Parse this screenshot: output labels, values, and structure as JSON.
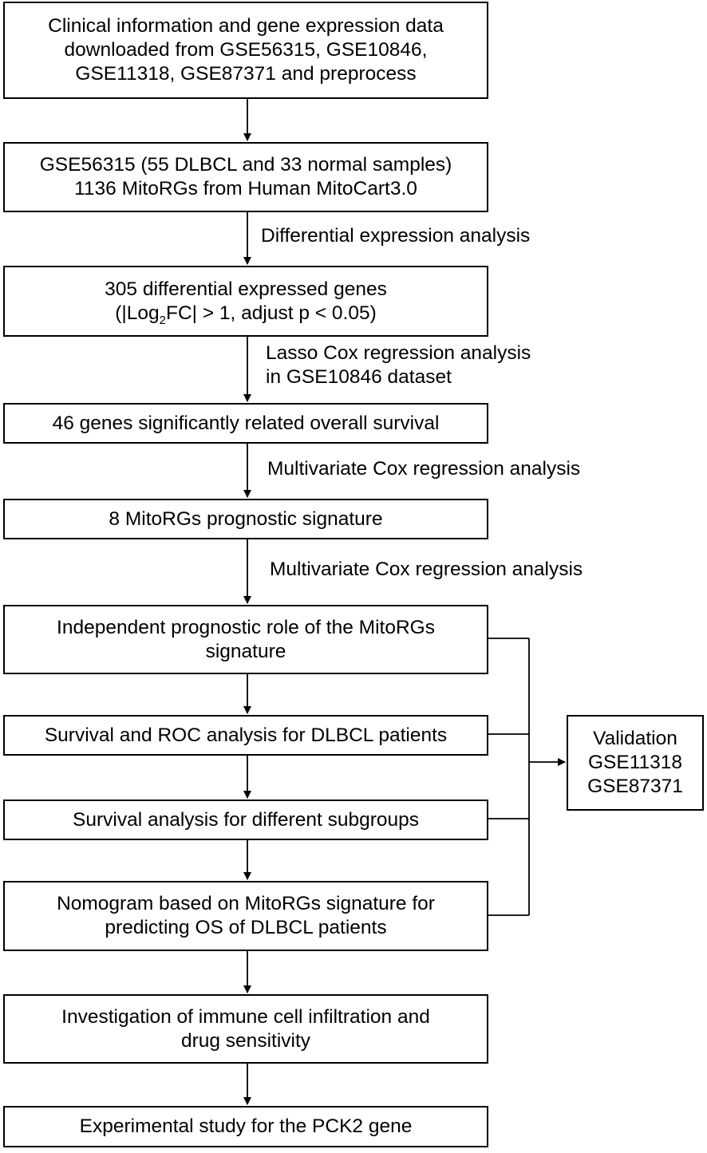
{
  "nodes": {
    "n1": {
      "lines": [
        "Clinical information and gene expression data",
        "downloaded from GSE56315, GSE10846,",
        "GSE11318, GSE87371 and preprocess"
      ]
    },
    "n2": {
      "lines": [
        "GSE56315 (55 DLBCL and 33 normal samples)",
        "1136 MitoRGs from Human MitoCart3.0"
      ]
    },
    "n3": {
      "line1": "305 differential expressed genes",
      "line2_pre": "(|Log",
      "line2_sub": "2",
      "line2_post": "FC| > 1, adjust p < 0.05)"
    },
    "n4": {
      "lines": [
        "46 genes significantly related overall survival"
      ]
    },
    "n5": {
      "lines": [
        "8 MitoRGs prognostic signature"
      ]
    },
    "n6": {
      "lines": [
        "Independent prognostic role of the MitoRGs",
        "signature"
      ]
    },
    "n7": {
      "lines": [
        "Survival and ROC analysis for DLBCL patients"
      ]
    },
    "n8": {
      "lines": [
        "Survival analysis for different subgroups"
      ]
    },
    "n9": {
      "lines": [
        "Nomogram based on MitoRGs signature for",
        "predicting OS of DLBCL patients"
      ]
    },
    "n10": {
      "lines": [
        "Investigation of immune cell infiltration and",
        "drug sensitivity"
      ]
    },
    "n11": {
      "lines": [
        "Experimental study for the PCK2 gene"
      ]
    },
    "validation": {
      "lines": [
        "Validation",
        "GSE11318",
        "GSE87371"
      ]
    }
  },
  "edge_labels": {
    "e2": [
      "Differential expression analysis"
    ],
    "e3": [
      "Lasso Cox regression analysis",
      "in GSE10846 dataset"
    ],
    "e4": [
      "Multivariate Cox regression analysis"
    ],
    "e5": [
      "Multivariate Cox regression analysis"
    ]
  }
}
